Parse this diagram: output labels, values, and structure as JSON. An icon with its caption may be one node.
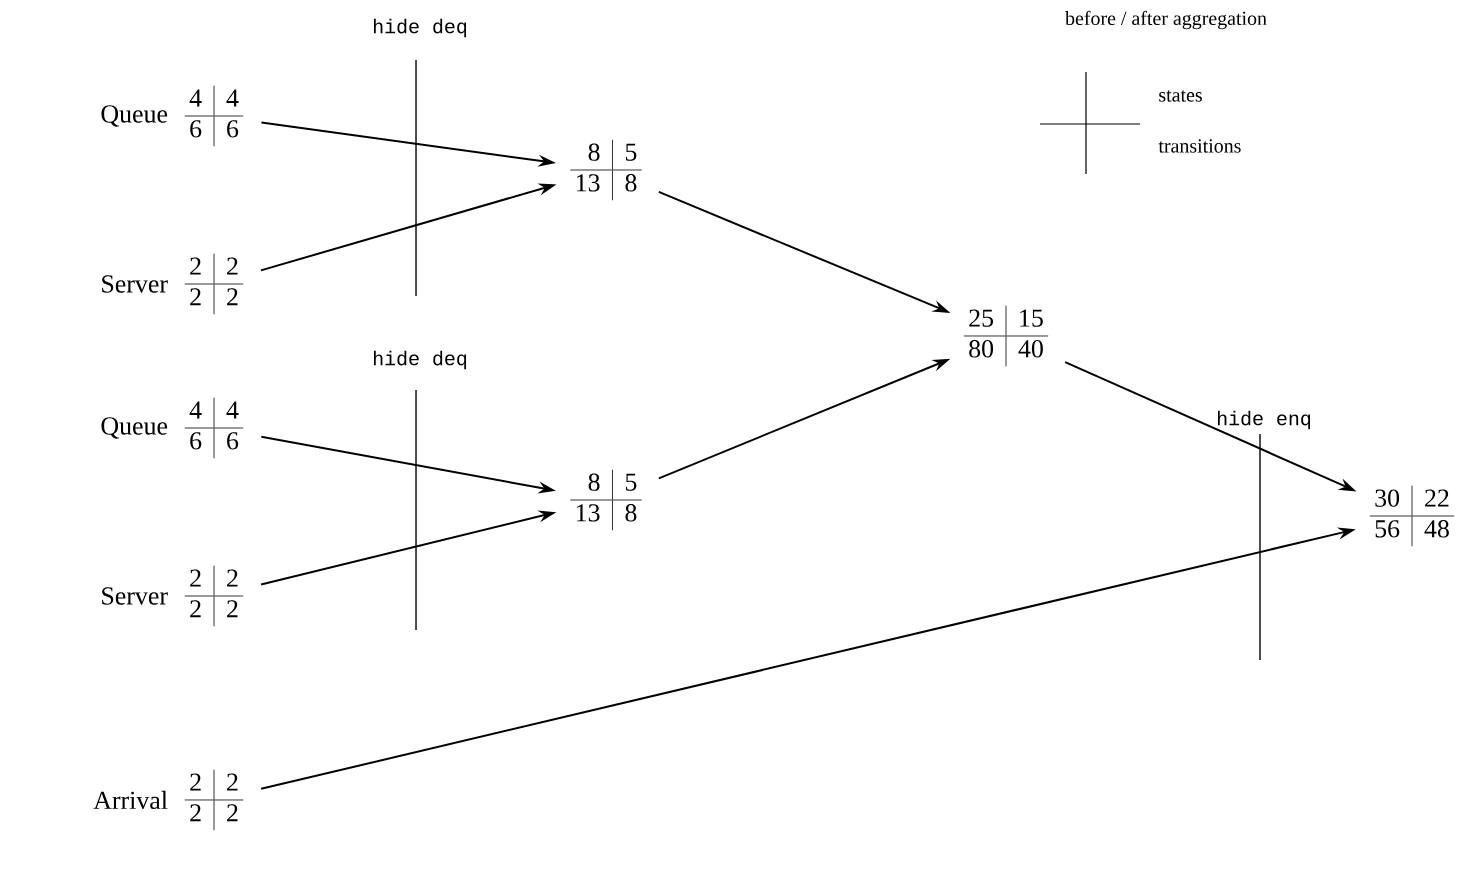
{
  "diagram": {
    "nodes": [
      {
        "text": [
          "4",
          "4",
          "6",
          "6"
        ],
        "beside": [
          "Queue"
        ]
      },
      {
        "text": [
          "2",
          "2",
          "2",
          "2"
        ],
        "beside": [
          "Server"
        ]
      },
      {
        "text": [
          "8",
          "5",
          "13",
          "8"
        ]
      },
      {
        "text": [
          "4",
          "4",
          "6",
          "6"
        ],
        "beside": [
          "Queue"
        ]
      },
      {
        "text": [
          "2",
          "2",
          "2",
          "2"
        ],
        "beside": [
          "Server"
        ]
      },
      {
        "text": [
          "8",
          "5",
          "13",
          "8"
        ]
      },
      {
        "text": [
          "25",
          "15",
          "80",
          "40"
        ]
      },
      {
        "text": [
          "2",
          "2",
          "2",
          "2"
        ],
        "beside": [
          "Arrival"
        ]
      },
      {
        "text": [
          "30",
          "22",
          "56",
          "48"
        ]
      }
    ],
    "edges": [
      {
        "from": 0,
        "to": 2,
        "arrow": "to"
      },
      {
        "from": 1,
        "to": 2,
        "arrow": "to"
      },
      {
        "from": 3,
        "to": 5,
        "arrow": "to"
      },
      {
        "from": 4,
        "to": 5,
        "arrow": "to"
      },
      {
        "from": 2,
        "to": 6,
        "arrow": "to"
      },
      {
        "from": 5,
        "to": 6,
        "arrow": "to"
      },
      {
        "from": 6,
        "to": 8,
        "arrow": "to"
      },
      {
        "from": 7,
        "to": 8,
        "arrow": "to"
      }
    ],
    "labels": [
      "hide deq",
      "before / after aggregation",
      "states",
      "transitions",
      "hide deq",
      "hide enq"
    ]
  }
}
